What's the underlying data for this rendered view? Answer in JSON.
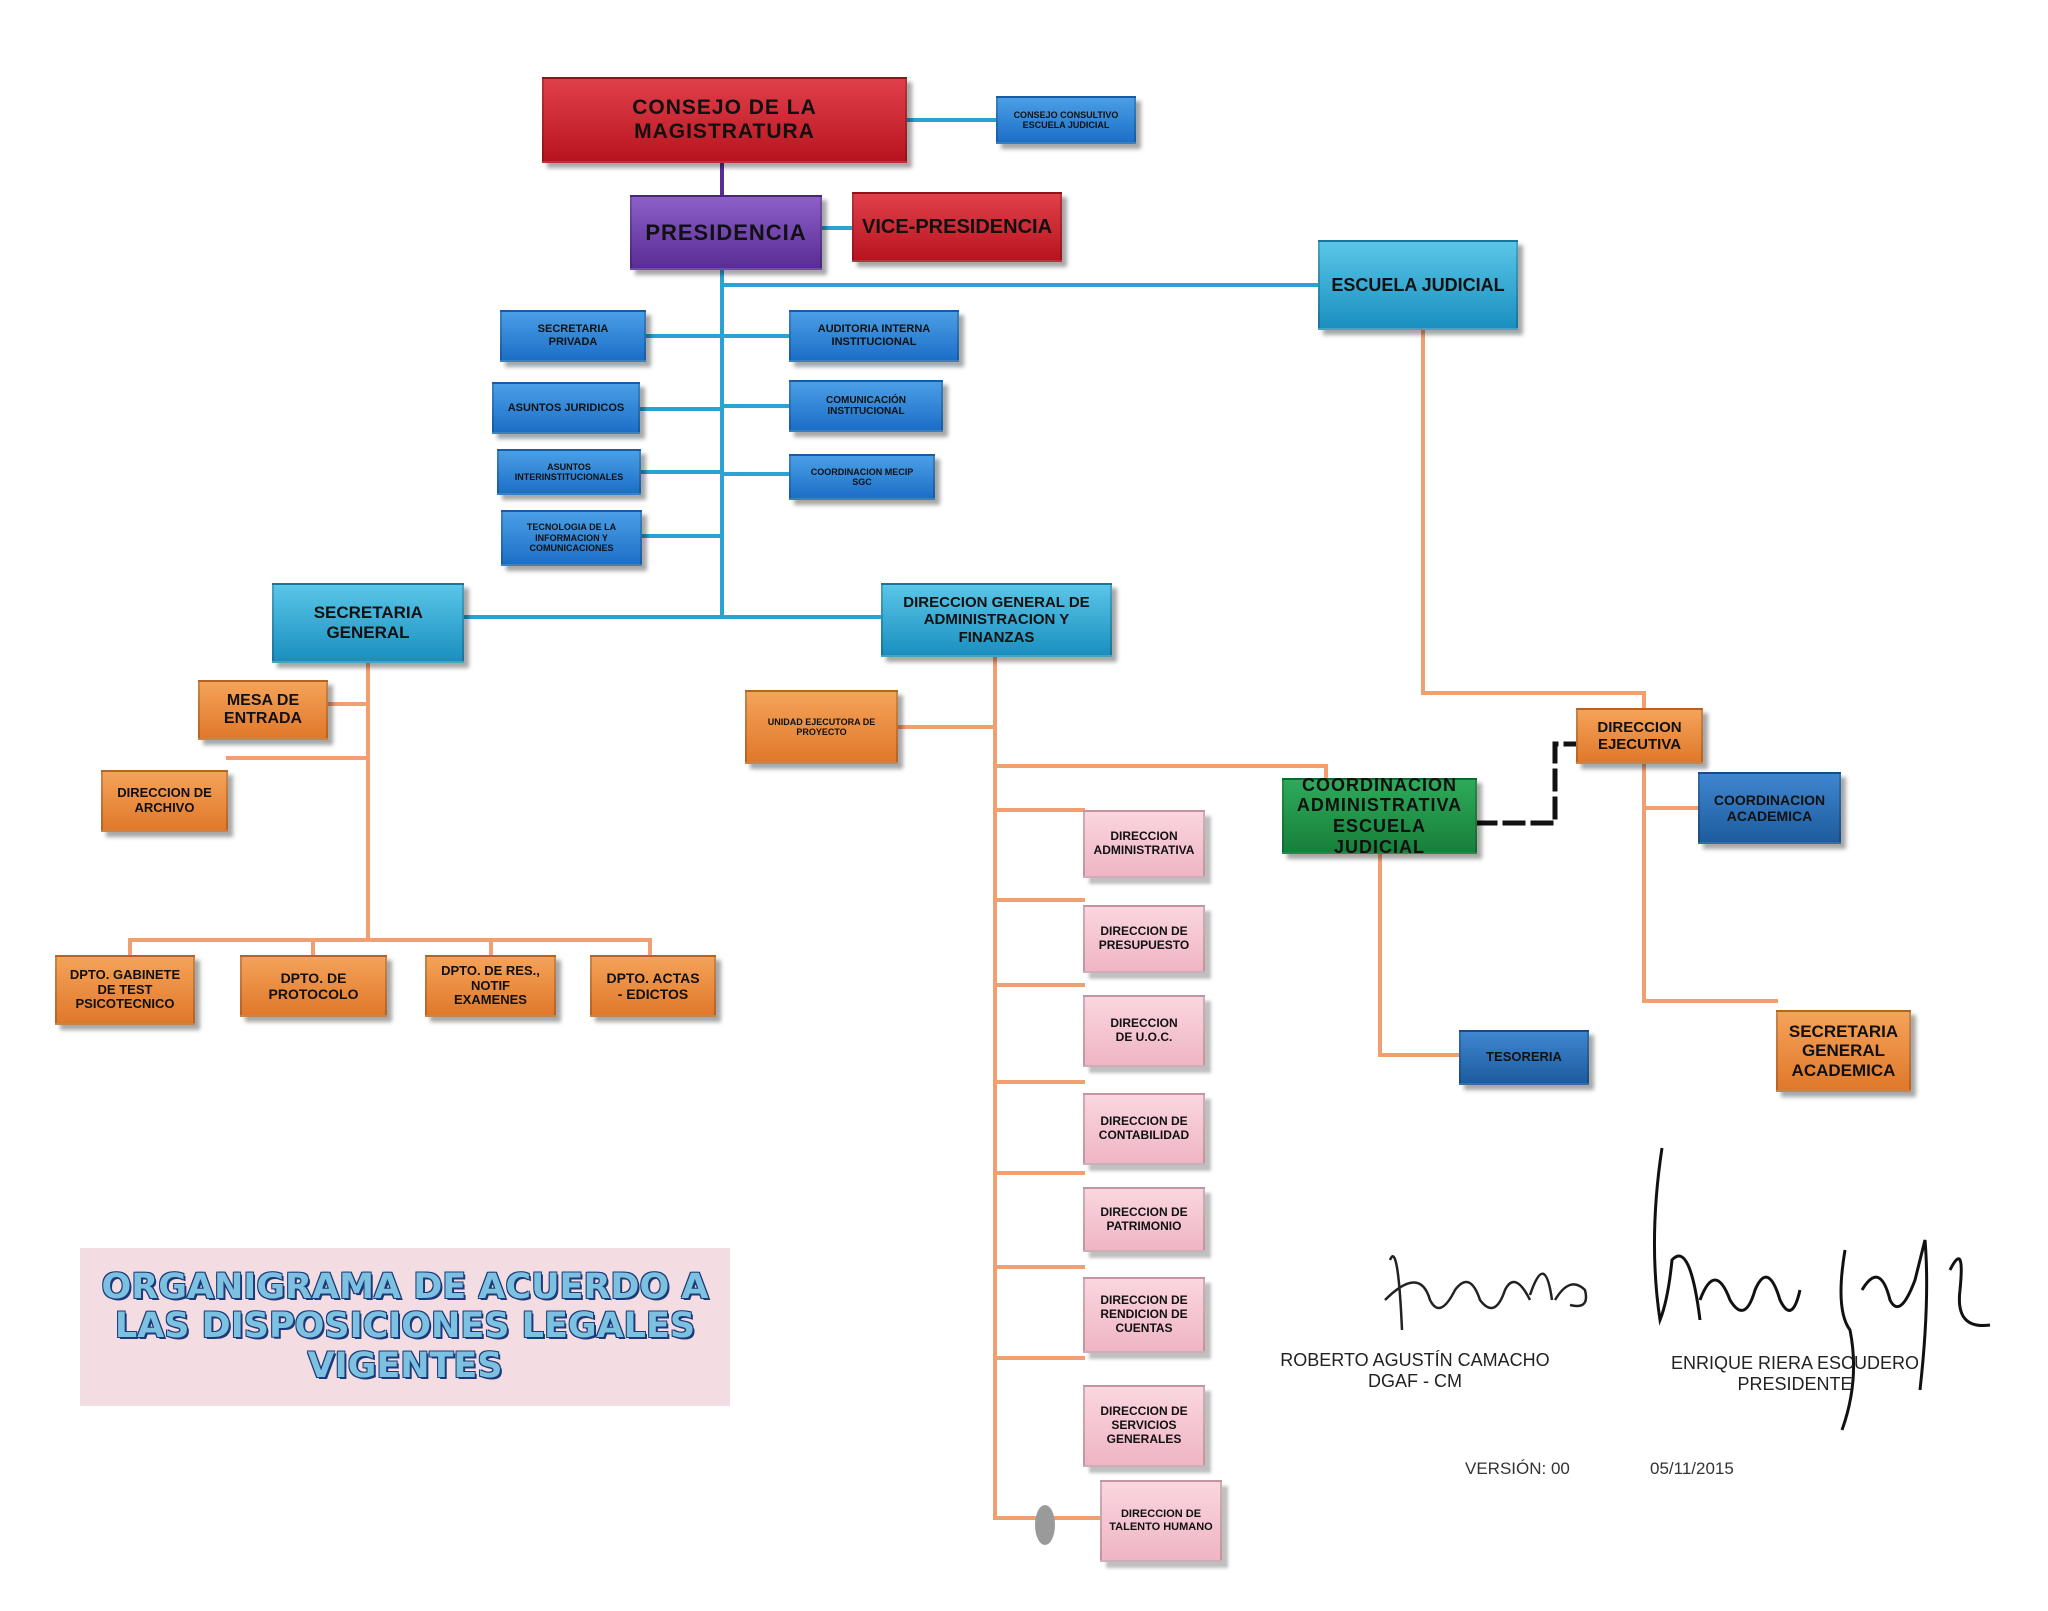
{
  "nodes": {
    "consejo": "CONSEJO DE LA MAGISTRATURA",
    "consejo_consultivo": "CONSEJO CONSULTIVO ESCUELA JUDICIAL",
    "presidencia": "PRESIDENCIA",
    "vice_presidencia": "VICE-PRESIDENCIA",
    "escuela_judicial": "ESCUELA JUDICIAL",
    "secretaria_privada": "SECRETARIA PRIVADA",
    "auditoria": "AUDITORIA INTERNA INSTITUCIONAL",
    "asuntos_juridicos": "ASUNTOS JURIDICOS",
    "comunicacion": "COMUNICACIÓN INSTITUCIONAL",
    "asuntos_inter": "ASUNTOS INTERINSTITUCIONALES",
    "coordinacion_mecip": "COORDINACION MECIP SGC",
    "tecnologia": "TECNOLOGIA DE LA INFORMACION Y COMUNICACIONES",
    "secretaria_general": "SECRETARIA GENERAL",
    "dgaf": "DIRECCION GENERAL DE ADMINISTRACION Y FINANZAS",
    "mesa_entrada": "MESA DE ENTRADA",
    "direccion_archivo": "DIRECCION DE ARCHIVO",
    "dpto_gabinete": "DPTO. GABINETE DE TEST PSICOTECNICO",
    "dpto_protocolo": "DPTO. DE PROTOCOLO",
    "dpto_res": "DPTO. DE RES., NOTIF EXAMENES",
    "dpto_actas": "DPTO. ACTAS - EDICTOS",
    "unidad_ejecutora": "UNIDAD EJECUTORA DE PROYECTO",
    "coord_administrativa": "COORDINACION ADMINISTRATIVA ESCUELA JUDICIAL",
    "direccion_ejecutiva": "DIRECCION EJECUTIVA",
    "coordinacion_academica": "COORDINACION ACADEMICA",
    "tesoreria": "TESORERIA",
    "secretaria_general_academica": "SECRETARIA GENERAL ACADEMICA",
    "dir_administrativa": "DIRECCION ADMINISTRATIVA",
    "dir_presupuesto": "DIRECCION DE PRESUPUESTO",
    "dir_uoc": "DIRECCION DE U.O.C.",
    "dir_contabilidad": "DIRECCION DE CONTABILIDAD",
    "dir_patrimonio": "DIRECCION DE PATRIMONIO",
    "dir_rendicion": "DIRECCION DE RENDICION DE CUENTAS",
    "dir_servicios": "DIRECCION DE SERVICIOS GENERALES",
    "dir_talento": "DIRECCION DE TALENTO HUMANO"
  },
  "banner": "ORGANIGRAMA DE ACUERDO A LAS DISPOSICIONES LEGALES VIGENTES",
  "signatures": {
    "left_name": "ROBERTO AGUSTÍN CAMACHO",
    "left_role": "DGAF - CM",
    "right_name": "ENRIQUE RIERA ESCUDERO",
    "right_role": "PRESIDENTE"
  },
  "footer": {
    "version": "VERSIÓN: 00",
    "date": "05/11/2015"
  },
  "colors": {
    "connector_blue": "#2aa3d3",
    "connector_orange": "#f0a070",
    "connector_purple": "#5a2d95",
    "dashed_link": "#111111"
  }
}
